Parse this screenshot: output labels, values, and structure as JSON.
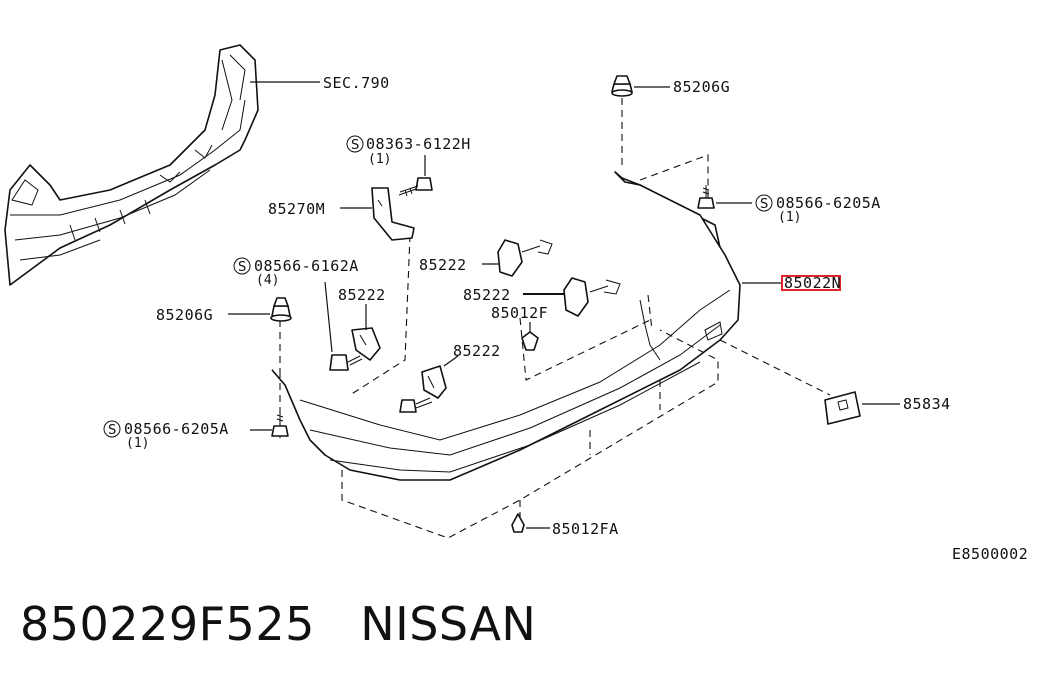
{
  "labels": {
    "sec790": "SEC.790",
    "p85206g_top": "85206G",
    "s08363": "08363-6122H",
    "s08363_qty": "(1)",
    "p85270m": "85270M",
    "s08566_right": "08566-6205A",
    "s08566_right_qty": "(1)",
    "p85222_mid1": "85222",
    "p85222_mid2": "85222",
    "s08566_6162": "08566-6162A",
    "s08566_6162_qty": "(4)",
    "p85222_left": "85222",
    "p85206g_left": "85206G",
    "p85012f": "85012F",
    "p85022n": "85022N",
    "p85222_low": "85222",
    "p85834": "85834",
    "s08566_left": "08566-6205A",
    "s08566_left_qty": "(1)",
    "p85012fa": "85012FA",
    "diagram_code": "E8500002",
    "s_symbol": "S"
  },
  "caption": {
    "part_number": "850229F525",
    "brand": "NISSAN"
  },
  "highlight_color": "#e0242e"
}
